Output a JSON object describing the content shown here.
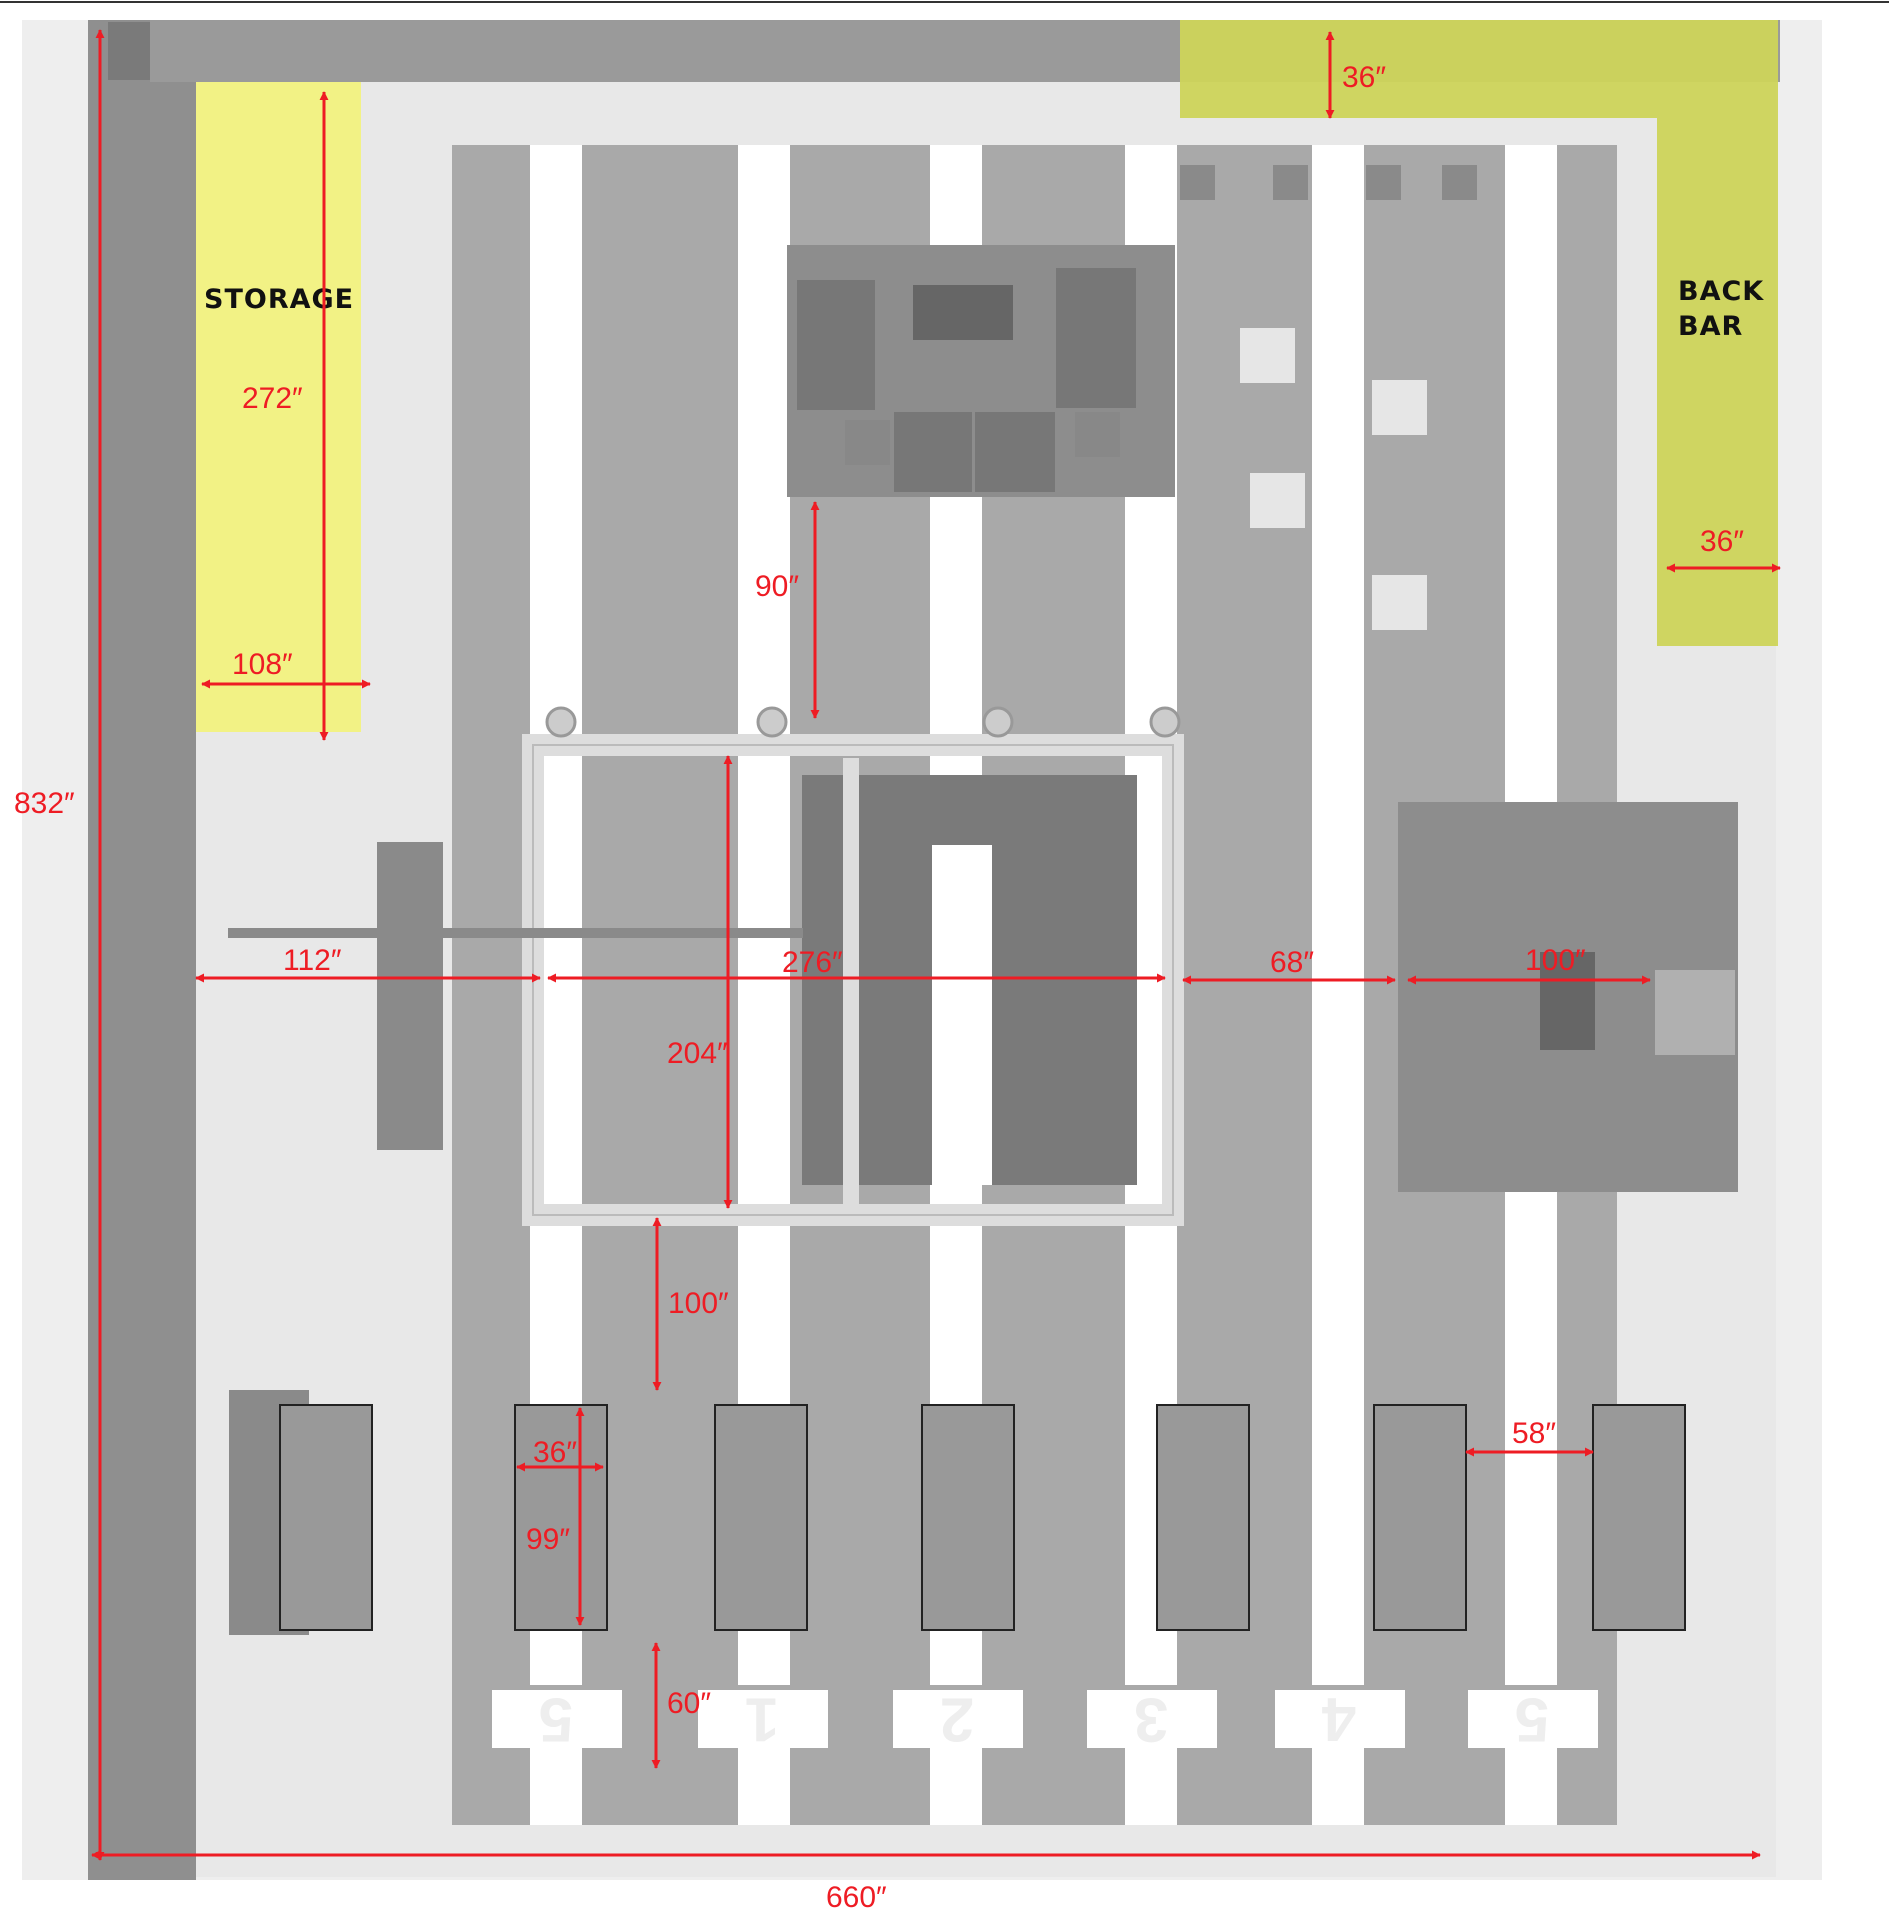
{
  "zones": {
    "storage": "STORAGE",
    "back_bar_line1": "BACK",
    "back_bar_line2": "BAR"
  },
  "dimensions": {
    "overall_width": "660″",
    "overall_depth": "832″",
    "back_bar_top_depth": "36″",
    "storage_length": "272″",
    "storage_width": "108″",
    "back_bar_width": "36″",
    "lounge_to_truss": "90″",
    "wall_to_truss": "112″",
    "truss_width": "276″",
    "truss_to_lounge": "68″",
    "lounge_width": "100″",
    "truss_depth": "204″",
    "truss_to_tables": "100″",
    "table_width": "36″",
    "table_length": "99″",
    "table_spacing": "58″",
    "tables_to_lanes": "60″"
  },
  "lane_numbers": [
    "5",
    "1",
    "2",
    "3",
    "4",
    "5"
  ],
  "colors": {
    "dimension": "#ee1c24",
    "storage_highlight": "#f3f37a",
    "back_bar_highlight": "#cdd45a",
    "floor": "#a9a9a9",
    "lane_stripe": "#ffffff"
  }
}
